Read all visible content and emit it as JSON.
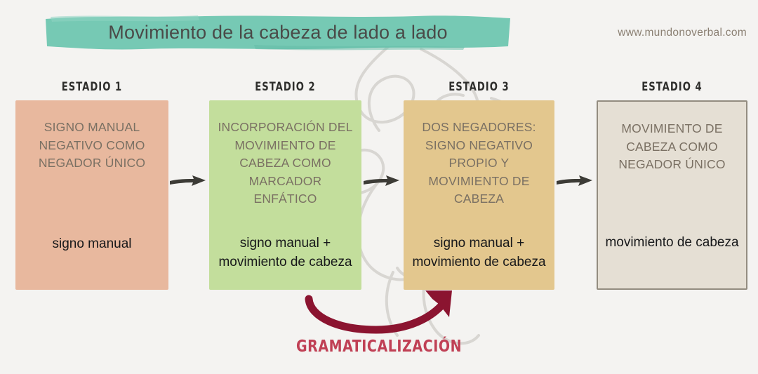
{
  "page": {
    "background_color": "#F4F3F1"
  },
  "header": {
    "title": "Movimiento de la cabeza de lado a lado",
    "banner_color": "#76C9B4",
    "title_color": "#4A4A48",
    "site_url": "www.mundonoverbal.com",
    "site_url_color": "#8A7F72"
  },
  "stages": [
    {
      "label": "ESTADIO 1",
      "upper_text": "SIGNO MANUAL NEGATIVO COMO NEGADOR ÚNICO",
      "lower_text": "signo manual",
      "fill_color": "#E8B89E",
      "upper_text_color": "#7A7063",
      "lower_text_color": "#17181A"
    },
    {
      "label": "ESTADIO 2",
      "upper_text": "INCORPORACIÓN DEL MOVIMIENTO DE CABEZA COMO MARCADOR ENFÁTICO",
      "lower_text": "signo manual + movimiento de cabeza",
      "fill_color": "#C3DE9C",
      "upper_text_color": "#7A7063",
      "lower_text_color": "#17181A"
    },
    {
      "label": "ESTADIO 3",
      "upper_text": "DOS NEGADORES: SIGNO NEGATIVO PROPIO Y MOVIMIENTO DE CABEZA",
      "lower_text": "signo manual + movimiento de cabeza",
      "fill_color": "#E3C78E",
      "upper_text_color": "#7A7063",
      "lower_text_color": "#17181A"
    },
    {
      "label": "ESTADIO 4",
      "upper_text": "MOVIMIENTO DE CABEZA COMO NEGADOR ÚNICO",
      "lower_text": "movimiento de cabeza",
      "fill_color": "#E5DFD4",
      "border_color": "#938C80",
      "upper_text_color": "#7A7063",
      "lower_text_color": "#17181A"
    }
  ],
  "connectors": {
    "arrow_color": "#3C3B36",
    "count": 3
  },
  "annotation": {
    "label": "GRAMATICALIZACIÓN",
    "label_color": "#C04055",
    "arrow_color": "#8B1430",
    "from_stage": "ESTADIO 2",
    "to_stage": "ESTADIO 3"
  },
  "decoration": {
    "doodle_color": "#D8D6D2"
  }
}
